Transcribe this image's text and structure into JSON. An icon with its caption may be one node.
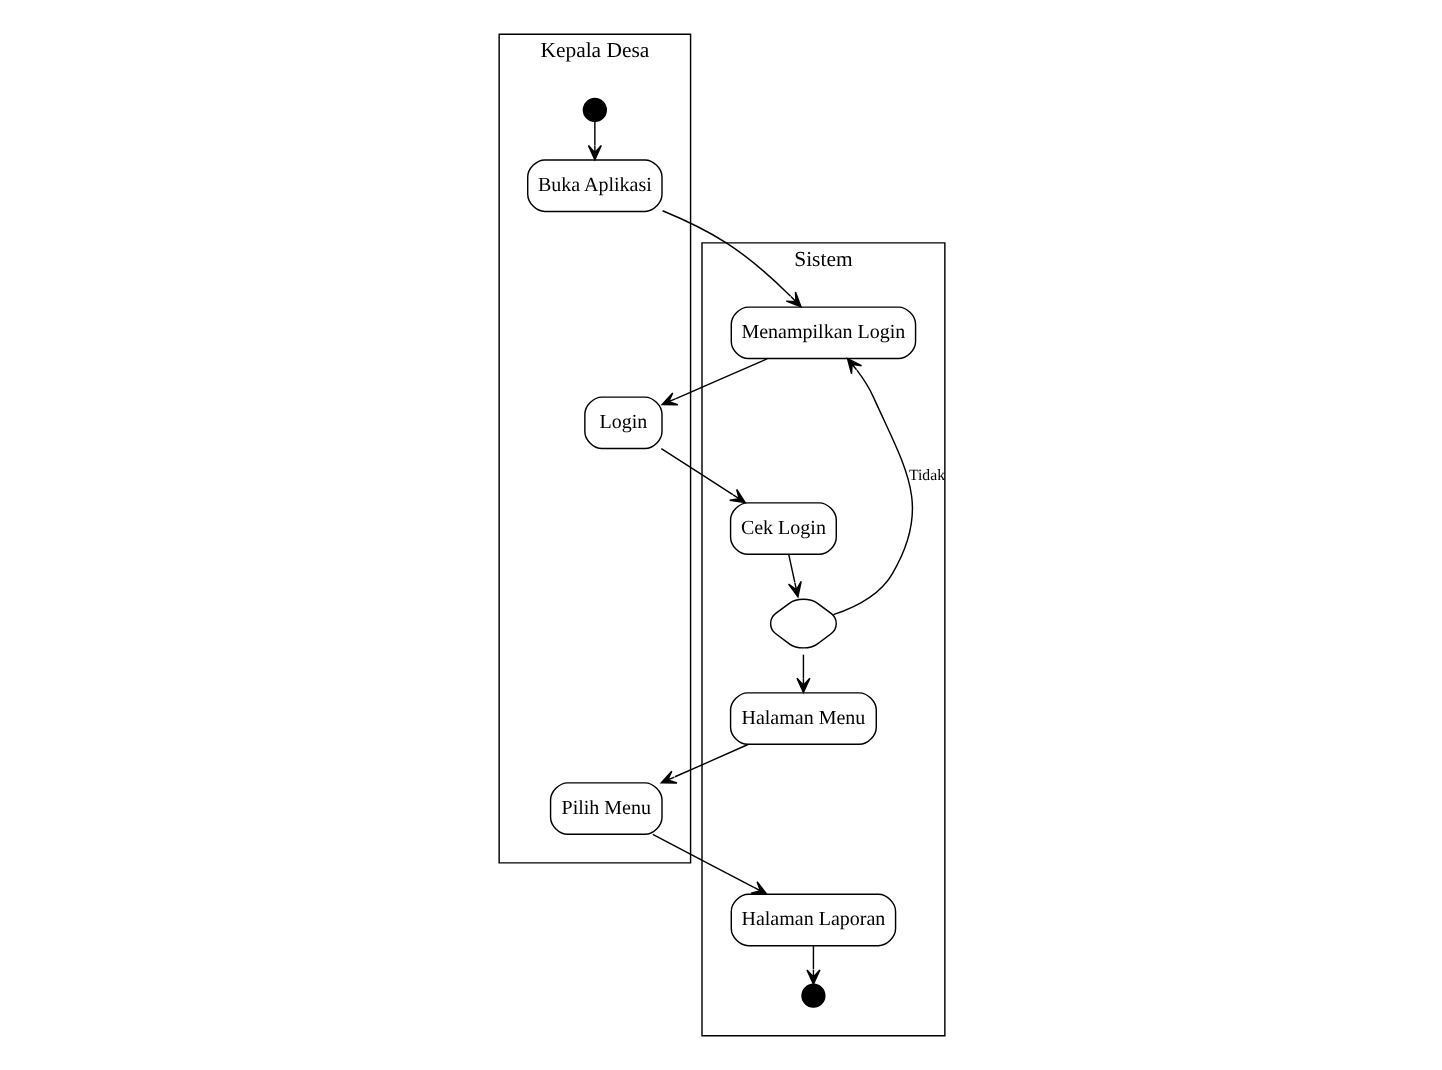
{
  "diagram": {
    "nodes": [
      {
        "text": [
          "Kepala Desa"
        ]
      },
      {
        "text": [
          "Sistem"
        ]
      },
      {
        "text": [],
        "shape": "circle",
        "in": 0
      },
      {
        "text": [
          "Buka Aplikasi"
        ],
        "in": 0
      },
      {
        "text": [
          "Login"
        ],
        "in": 0
      },
      {
        "text": [
          "Pilih Menu"
        ],
        "in": 0
      },
      {
        "text": [
          "Menampilkan Login"
        ],
        "in": 1
      },
      {
        "text": [
          "Cek Login"
        ],
        "in": 1
      },
      {
        "text": [],
        "shape": "diamond",
        "in": 1
      },
      {
        "text": [
          "Halaman Menu"
        ],
        "in": 1
      },
      {
        "text": [
          "Halaman Laporan"
        ],
        "in": 1
      },
      {
        "text": [],
        "shape": "circle",
        "in": 1
      }
    ],
    "edges": [
      {
        "from": 2,
        "to": 3,
        "arrow": "to"
      },
      {
        "from": 3,
        "to": 6,
        "arrow": "to"
      },
      {
        "from": 6,
        "to": 4,
        "arrow": "to"
      },
      {
        "from": 4,
        "to": 7,
        "arrow": "to"
      },
      {
        "from": 7,
        "to": 8,
        "arrow": "to"
      },
      {
        "from": 8,
        "to": 6,
        "arrow": "to",
        "label": "Tidak"
      },
      {
        "from": 8,
        "to": 9,
        "arrow": "to"
      },
      {
        "from": 9,
        "to": 5,
        "arrow": "to"
      },
      {
        "from": 5,
        "to": 10,
        "arrow": "to"
      },
      {
        "from": 10,
        "to": 11,
        "arrow": "to"
      }
    ]
  }
}
